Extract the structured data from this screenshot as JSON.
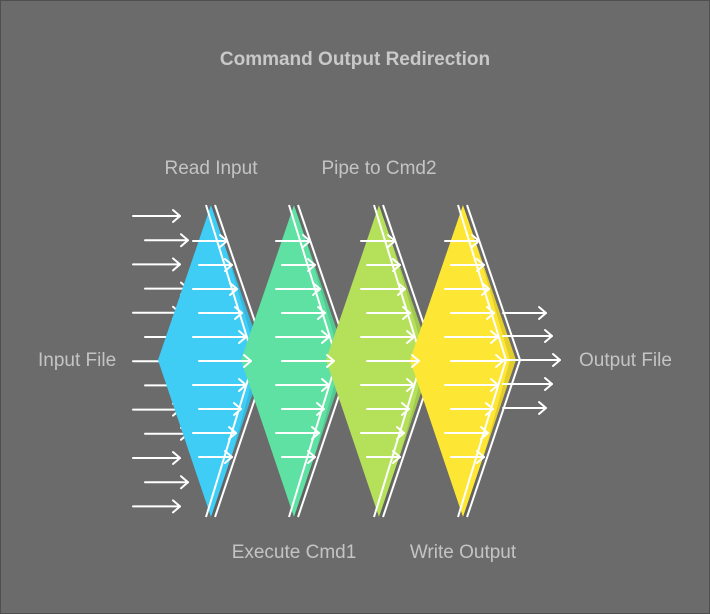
{
  "title": "Command Output Redirection",
  "input_label": "Input File",
  "output_label": "Output File",
  "stages": [
    {
      "label": "Read Input",
      "color": "#3fcdf6"
    },
    {
      "label": "Execute Cmd1",
      "color": "#5ee1a3"
    },
    {
      "label": "Pipe to Cmd2",
      "color": "#b5e05a"
    },
    {
      "label": "Write Output",
      "color": "#fde634"
    }
  ],
  "colors": {
    "background": "#6b6b6b",
    "text": "#c4c4c4",
    "arrow": "#ffffff"
  }
}
